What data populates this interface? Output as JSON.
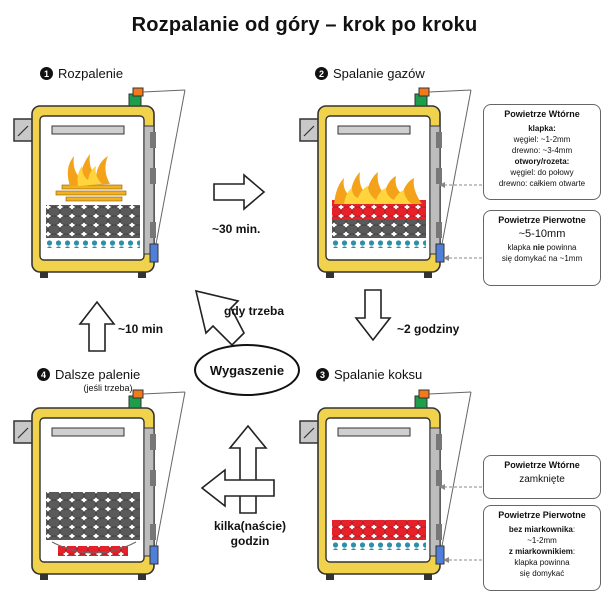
{
  "title": "Rozpalanie od góry – krok po kroku",
  "steps": [
    {
      "num": "1",
      "label": "Rozpalenie"
    },
    {
      "num": "2",
      "label": "Spalanie gazów"
    },
    {
      "num": "3",
      "label": "Spalanie koksu"
    },
    {
      "num": "4",
      "label": "Dalsze palenie",
      "note": "(jeśli trzeba)"
    }
  ],
  "center": "Wygaszenie",
  "transitions": {
    "t1_2": "~30 min.",
    "t2_3": "~2 godziny",
    "t4_1": "~10 min",
    "to_1": "gdy trzeba",
    "from_3": "kilka(naście) godzin"
  },
  "boxes": {
    "secondary_2": {
      "title": "Powietrze Wtórne",
      "klapka_label": "klapka:",
      "klapka_lines": [
        "węgiel: ~1-2mm",
        "drewno: ~3-4mm"
      ],
      "rozeta_label": "otwory/rozeta:",
      "rozeta_lines": [
        "węgiel: do połowy",
        "drewno: całkiem otwarte"
      ]
    },
    "primary_2": {
      "title": "Powietrze Pierwotne",
      "value": "~5-10mm",
      "note_prefix": "klapka",
      "note_bold": "nie",
      "note_suffix": "powinna",
      "note_line2": "się domykać na ~1mm"
    },
    "secondary_3": {
      "title": "Powietrze Wtórne",
      "value": "zamknięte"
    },
    "primary_3": {
      "title": "Powietrze Pierwotne",
      "label_a": "bez miarkownika",
      "value_a": "~1-2mm",
      "label_b": "z miarkownikiem",
      "value_b_1": "klapka powinna",
      "value_b_2": "się domykać"
    }
  },
  "colors": {
    "boiler_body": "#f0d24c",
    "coal": "#5a5a5a",
    "ember": "#e8202a",
    "ash_dots": "#2d8fa8",
    "flame_outer": "#f3a21a",
    "flame_inner": "#ffd43c",
    "kindling": "#f2b21f",
    "regulator_green": "#1e9e4a",
    "regulator_orange": "#f27a1d",
    "blue_flap": "#4f7fd9"
  }
}
